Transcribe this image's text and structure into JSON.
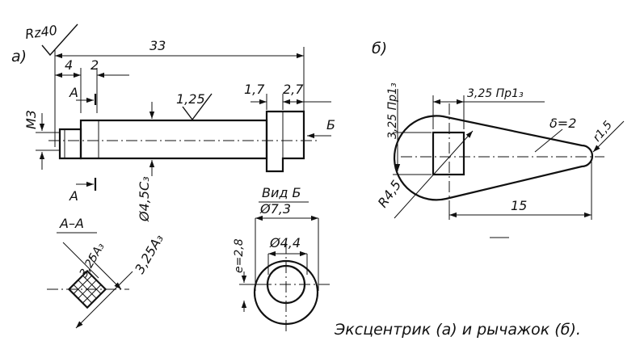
{
  "figure_a": {
    "marker": "а)",
    "roughness": "Rz40",
    "overall_length": "33",
    "dim_4": "4",
    "dim_2": "2",
    "section_mark_top": "А",
    "section_mark_bottom": "А",
    "thread": "М3",
    "shaft_dia": "Ø4,5С₃",
    "roughness_shaft": "1,25",
    "dim_17": "1,7",
    "dim_27": "2,7",
    "view_arrow": "Б"
  },
  "section_aa": {
    "title": "А–А",
    "dim_small": "3,25А₃",
    "dim_large": "3,25А₃"
  },
  "view_b": {
    "title": "Вид Б",
    "dia_outer": "Ø7,3",
    "dia_inner": "Ø4,4",
    "eccentricity": "е=2,8"
  },
  "figure_b": {
    "marker": "б)",
    "hole_dim_vertical": "3,25 Пр1₃",
    "hole_dim_horizontal": "3,25 Пр1₃",
    "thickness": "δ=2",
    "tip_radius": "r1,5",
    "large_radius": "R4,5",
    "length": "15"
  },
  "caption": "Эксцентрик (а) и рычажок (б)."
}
